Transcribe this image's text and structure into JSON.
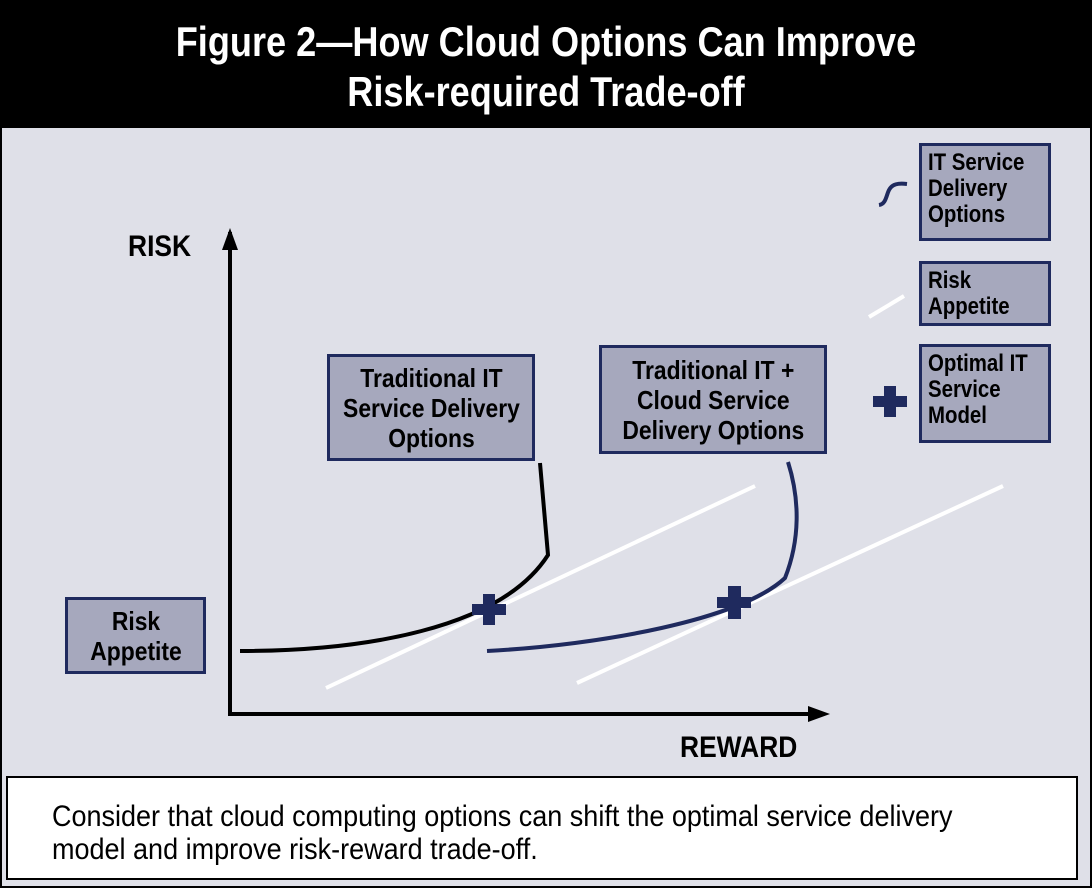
{
  "title": {
    "line1": "Figure 2—How Cloud Options Can Improve",
    "line2": "Risk-required Trade-off"
  },
  "axes": {
    "y_label": "RISK",
    "x_label": "REWARD"
  },
  "boxes": {
    "traditional": [
      "Traditional IT",
      "Service Delivery",
      "Options"
    ],
    "cloud": [
      "Traditional IT +",
      "Cloud Service",
      "Delivery Options"
    ],
    "risk_appetite": [
      "Risk",
      "Appetite"
    ]
  },
  "legend": {
    "it_options": [
      "IT Service",
      "Delivery",
      "Options"
    ],
    "risk_appetite": [
      "Risk",
      "Appetite"
    ],
    "optimal": [
      "Optimal IT",
      "Service",
      "Model"
    ]
  },
  "caption": {
    "line1": "Consider that cloud computing options can shift the optimal service delivery",
    "line2": "model and improve risk-reward trade-off."
  },
  "colors": {
    "navy": "#1f2a5e",
    "box_fill": "#a6a8bd",
    "background": "#dfe0e8"
  }
}
